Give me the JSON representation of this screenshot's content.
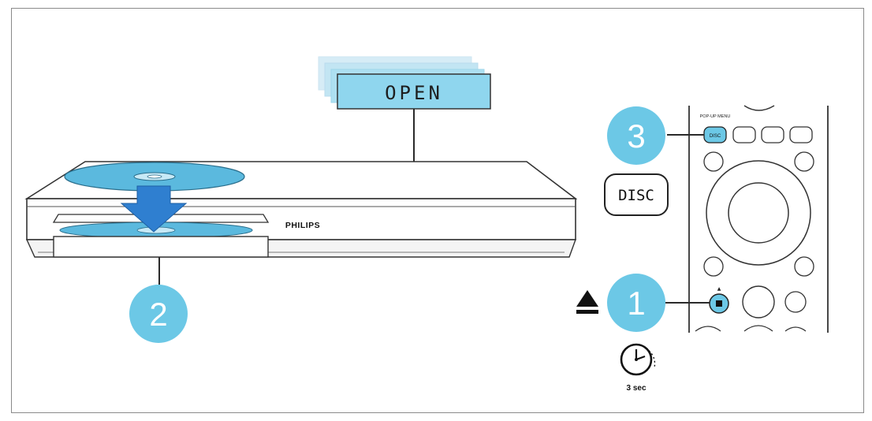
{
  "display": {
    "text": "OPEN"
  },
  "player": {
    "brand": "PHILIPS"
  },
  "buttons": {
    "disc_label": "DISC",
    "popup_label": "POP-UP MENU",
    "small_disc_label": "DISC"
  },
  "steps": [
    {
      "number": "1"
    },
    {
      "number": "2"
    },
    {
      "number": "3"
    }
  ],
  "timer": {
    "label": "3 sec"
  },
  "colors": {
    "accent": "#6cc8e6",
    "screen_blue": "#8fd6ee",
    "disc_blue": "#5bb9de",
    "arrow_blue": "#2f7fd0",
    "line": "#2a2a2a"
  }
}
